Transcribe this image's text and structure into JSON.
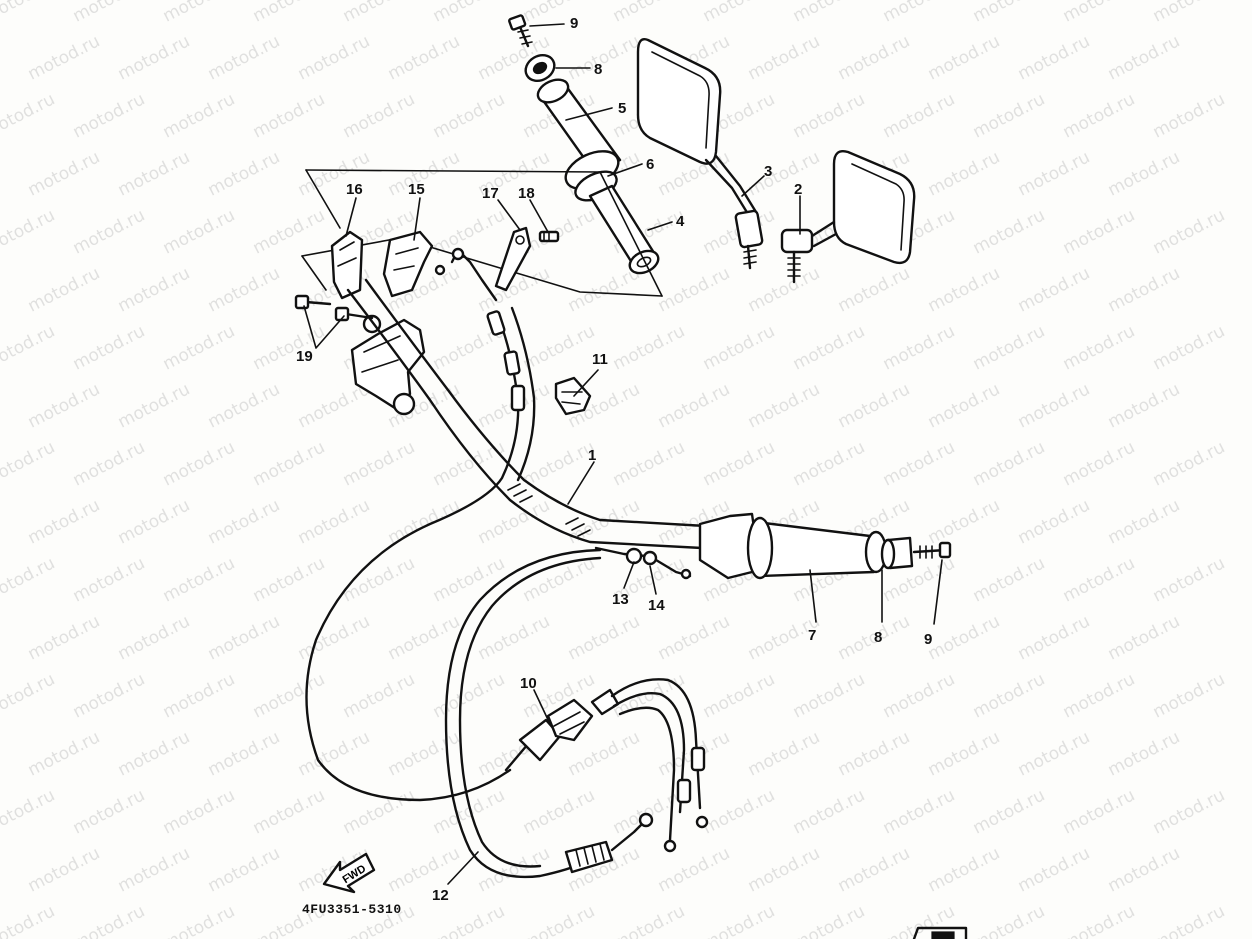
{
  "watermark": "motod.ru",
  "diagram_code": "4FU3351-5310",
  "fwd_label": "FWD",
  "callouts": {
    "c1": "1",
    "c2": "2",
    "c3": "3",
    "c4": "4",
    "c5": "5",
    "c6": "6",
    "c7": "7",
    "c8a": "8",
    "c8b": "8",
    "c9a": "9",
    "c9b": "9",
    "c10": "10",
    "c11": "11",
    "c12": "12",
    "c13": "13",
    "c14": "14",
    "c15": "15",
    "c16": "16",
    "c17": "17",
    "c18": "18",
    "c19": "19"
  },
  "parts_index": [
    "1",
    "2",
    "3",
    "4",
    "5",
    "6",
    "7",
    "8",
    "9",
    "10",
    "11",
    "12",
    "13",
    "14",
    "15",
    "16",
    "17",
    "18",
    "19"
  ],
  "colors": {
    "ink": "#111111",
    "paper": "#fdfdfb",
    "watermark": "#969696"
  }
}
